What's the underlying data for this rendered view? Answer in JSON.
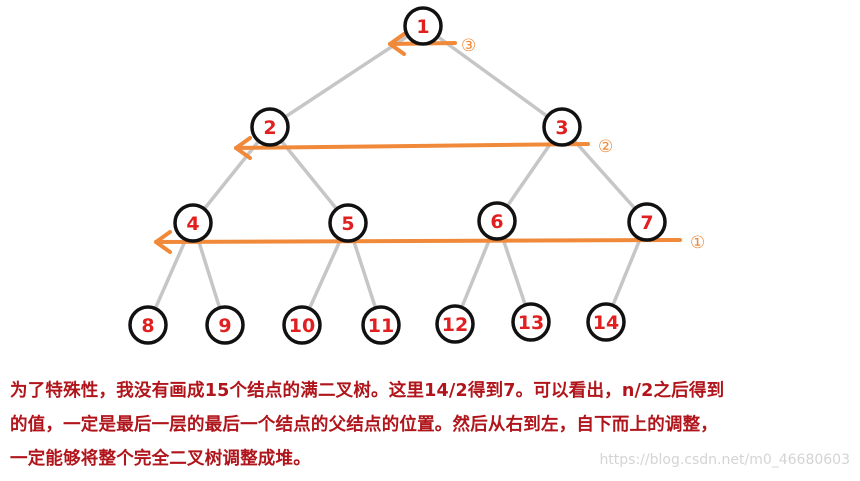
{
  "tree": {
    "nodes": [
      "1",
      "2",
      "3",
      "4",
      "5",
      "6",
      "7",
      "8",
      "9",
      "10",
      "11",
      "12",
      "13",
      "14"
    ],
    "edges": [
      [
        "1",
        "2"
      ],
      [
        "1",
        "3"
      ],
      [
        "2",
        "4"
      ],
      [
        "2",
        "5"
      ],
      [
        "3",
        "6"
      ],
      [
        "3",
        "7"
      ],
      [
        "4",
        "8"
      ],
      [
        "4",
        "9"
      ],
      [
        "5",
        "10"
      ],
      [
        "5",
        "11"
      ],
      [
        "6",
        "12"
      ],
      [
        "6",
        "13"
      ],
      [
        "7",
        "14"
      ]
    ],
    "colors": {
      "edge": "#c6c6c6",
      "node_border": "#111111",
      "node_text": "#e02020",
      "arrow": "#f08a3a"
    }
  },
  "arrows": [
    {
      "label": "①",
      "level": 3
    },
    {
      "label": "②",
      "level": 2
    },
    {
      "label": "③",
      "level": 1
    }
  ],
  "caption": {
    "line1": "为了特殊性，我没有画成15个结点的满二叉树。这里14/2得到7。可以看出，n/2之后得到",
    "line2": "的值，一定是最后一层的最后一个结点的父结点的位置。然后从右到左，自下而上的调整，",
    "line3": "一定能够将整个完全二叉树调整成堆。"
  },
  "watermark": "https://blog.csdn.net/m0_46680603"
}
